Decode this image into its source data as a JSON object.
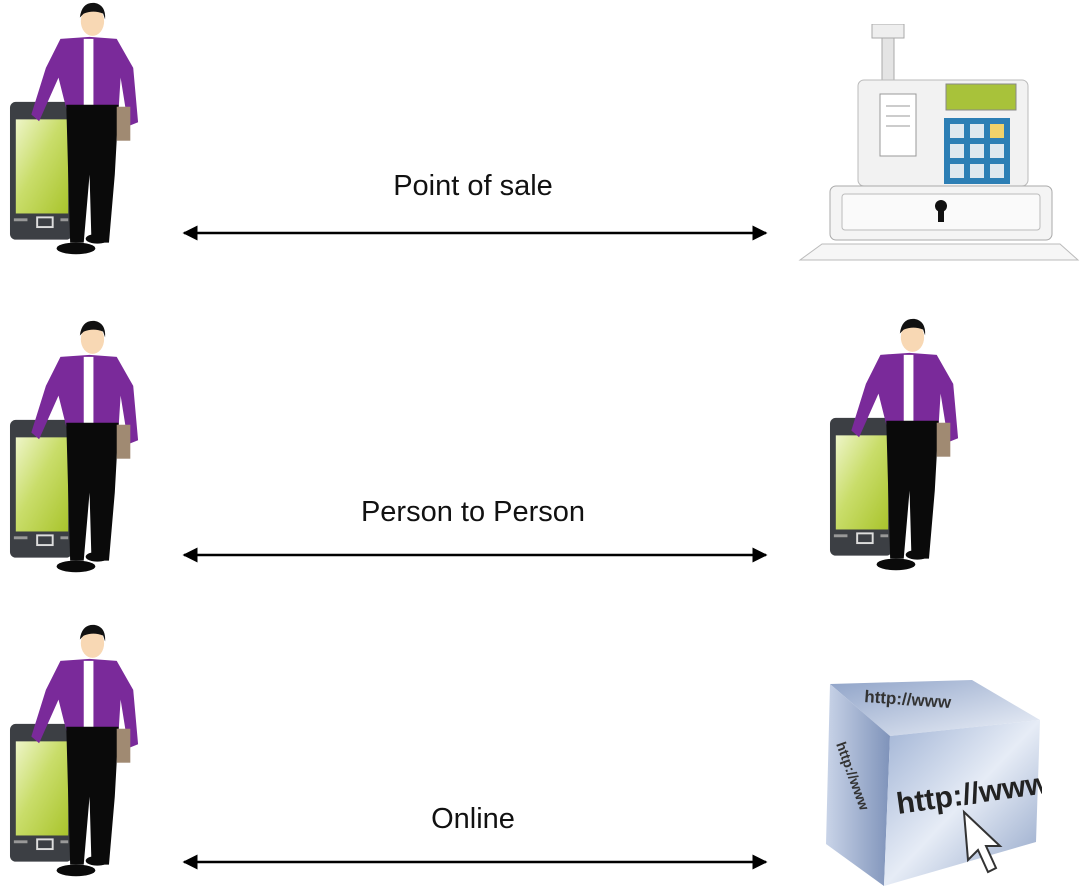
{
  "rows": [
    {
      "label": "Point of sale",
      "left": "customer-with-phone",
      "right": "cash-register"
    },
    {
      "label": "Person to Person",
      "left": "customer-with-phone",
      "right": "person-with-phone"
    },
    {
      "label": "Online",
      "left": "customer-with-phone",
      "right": "web-cube"
    }
  ],
  "cube_text": "http://www",
  "colors": {
    "shirt": "#7a2a9a",
    "screen": "#b5cf3c",
    "arrow": "#000000"
  }
}
